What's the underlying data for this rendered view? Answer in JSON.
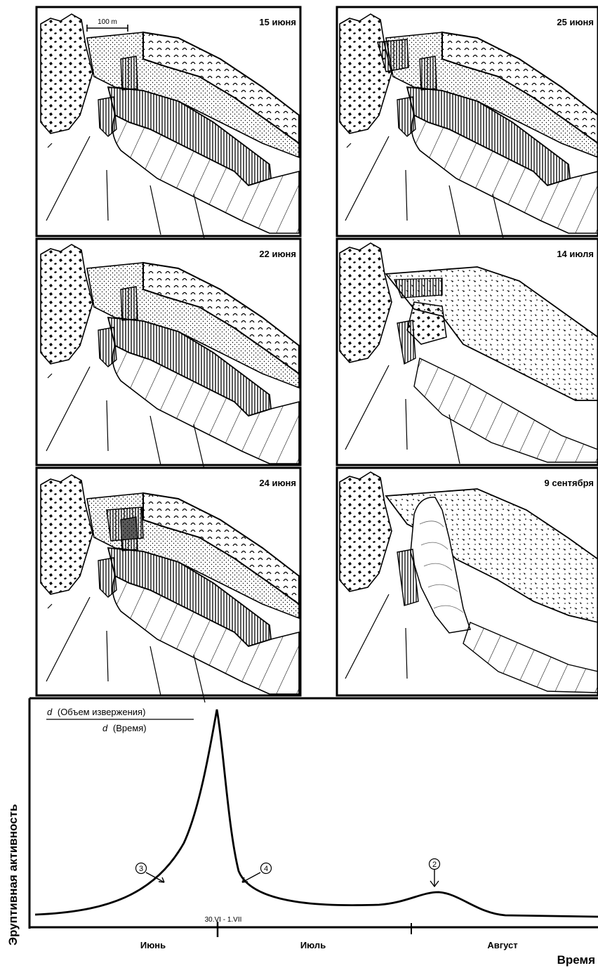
{
  "panels": [
    {
      "date": "15 июня",
      "scale": "100 m"
    },
    {
      "date": "25 июня"
    },
    {
      "date": "22 июня"
    },
    {
      "date": "14 июля"
    },
    {
      "date": "24 июня"
    },
    {
      "date": "9 сентября"
    }
  ],
  "graph": {
    "ylabel": "Эруптивная активность",
    "xlabel": "Время",
    "formula_top_d": "d",
    "formula_top": "(Объем извержения)",
    "formula_bottom_d": "d",
    "formula_bottom": "(Время)",
    "peak_label": "30.VI - 1.VII",
    "months": [
      "Июнь",
      "Июль",
      "Август"
    ],
    "markers": [
      "3",
      "4",
      "2"
    ]
  }
}
